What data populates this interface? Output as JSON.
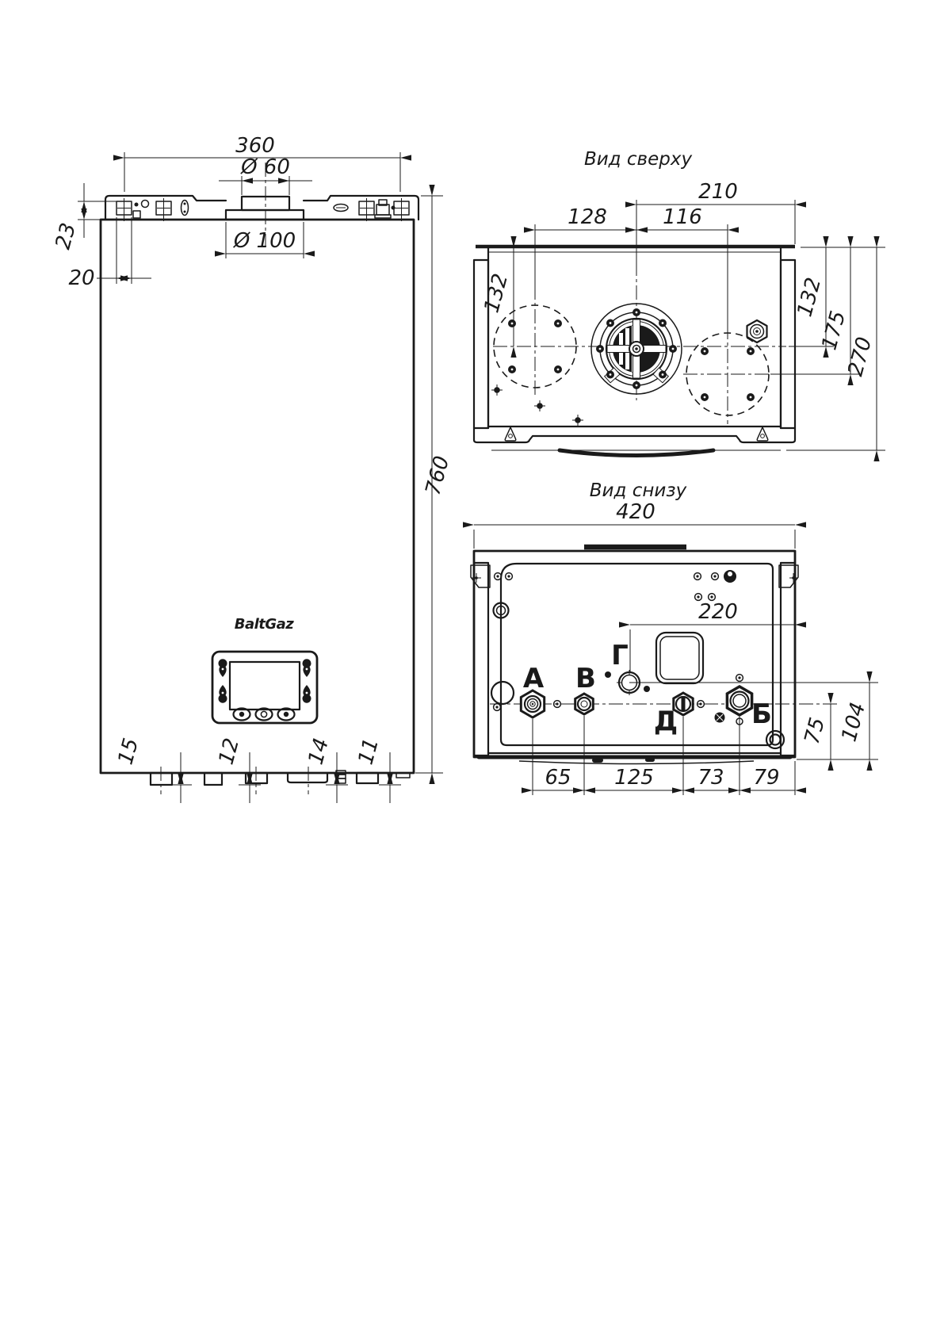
{
  "front_view": {
    "brand_logo": "BaltGaz",
    "dim_mount_width": "360",
    "dim_flue_inner": "Ø 60",
    "dim_flue_outer": "Ø 100",
    "dim_top_offset": "23",
    "dim_bracket_hole": "20",
    "dim_height": "760",
    "dim_pipe_1": "15",
    "dim_pipe_2": "12",
    "dim_pipe_3": "14",
    "dim_pipe_4": "11"
  },
  "top_view": {
    "title": "Вид сверху",
    "dim_flue_to_edge": "210",
    "dim_left_circle_to_flue": "128",
    "dim_flue_to_right_circle": "116",
    "dim_left_circle_depth": "132",
    "dim_right_depth": "132",
    "dim_right_circle_depth": "175",
    "dim_total_depth": "270"
  },
  "bottom_view": {
    "title": "Вид снизу",
    "dim_width": "420",
    "dim_gas_to_edge": "220",
    "dim_a_to_b": "65",
    "dim_b_to_d": "125",
    "dim_d_to_b2": "73",
    "dim_b2_to_edge": "79",
    "dim_conn_height": "75",
    "dim_gas_height": "104",
    "label_heating_out": "А",
    "label_dhw_out": "В",
    "label_gas": "Г",
    "label_dhw_in": "Д",
    "label_heating_in": "Б"
  }
}
